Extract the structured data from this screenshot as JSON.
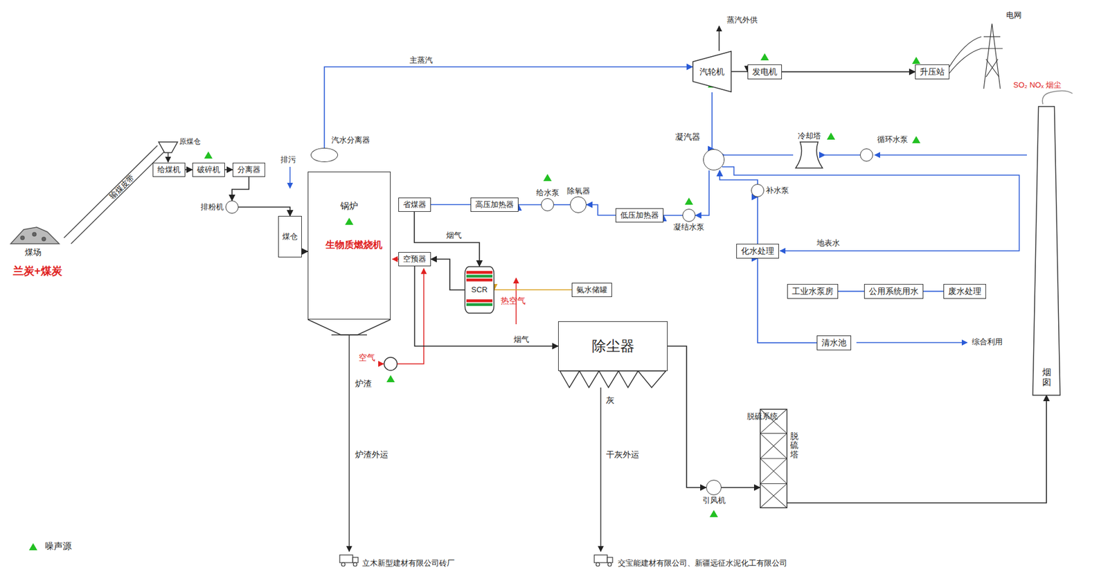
{
  "diagram": {
    "nodes": [
      {
        "text": [
          "给煤机"
        ]
      },
      {
        "text": [
          "破碎机"
        ]
      },
      {
        "text": [
          "分离器"
        ]
      },
      {
        "text": [
          "排粉机"
        ]
      },
      {
        "text": [
          "煤仓"
        ]
      },
      {
        "text": [
          "锅炉"
        ]
      },
      {
        "text": [
          "汽水分离器"
        ]
      },
      {
        "text": [
          "汽轮机"
        ]
      },
      {
        "text": [
          "发电机"
        ]
      },
      {
        "text": [
          "升压站"
        ]
      },
      {
        "text": [
          "凝汽器"
        ]
      },
      {
        "text": [
          "冷却塔"
        ]
      },
      {
        "text": [
          "循环水泵"
        ]
      },
      {
        "text": [
          "补水泵"
        ]
      },
      {
        "text": [
          "化水处理"
        ]
      },
      {
        "text": [
          "高压加热器"
        ]
      },
      {
        "text": [
          "给水泵"
        ]
      },
      {
        "text": [
          "除氧器"
        ]
      },
      {
        "text": [
          "低压加热器"
        ]
      },
      {
        "text": [
          "凝结水泵"
        ]
      },
      {
        "text": [
          "省煤器"
        ]
      },
      {
        "text": [
          "空预器"
        ]
      },
      {
        "text": [
          "SCR"
        ]
      },
      {
        "text": [
          "氨水储罐"
        ]
      },
      {
        "text": [
          "除尘器"
        ]
      },
      {
        "text": [
          "引风机"
        ]
      },
      {
        "text": [
          "脱硫塔"
        ]
      },
      {
        "text": [
          "烟囱"
        ]
      },
      {
        "text": [
          "工业水泵房"
        ]
      },
      {
        "text": [
          "公用系统用水"
        ]
      },
      {
        "text": [
          "废水处理"
        ]
      },
      {
        "text": [
          "清水池"
        ]
      }
    ],
    "edges": [
      {
        "from": 0,
        "to": 1,
        "arrow": "to"
      },
      {
        "from": 1,
        "to": 2,
        "arrow": "to"
      },
      {
        "from": 2,
        "to": 3,
        "arrow": "to"
      },
      {
        "from": 3,
        "to": 4,
        "arrow": "to"
      },
      {
        "from": 4,
        "to": 5,
        "arrow": "to"
      },
      {
        "from": 6,
        "to": 7,
        "label": "主蒸汽",
        "arrow": "to"
      },
      {
        "from": 7,
        "to": 8,
        "arrow": "to"
      },
      {
        "from": 8,
        "to": 9,
        "arrow": "to"
      },
      {
        "from": 7,
        "to": 10,
        "arrow": "to"
      },
      {
        "from": 10,
        "to": 19,
        "arrow": "to"
      },
      {
        "from": 19,
        "to": 18,
        "arrow": "to"
      },
      {
        "from": 18,
        "to": 17,
        "arrow": "to"
      },
      {
        "from": 17,
        "to": 16,
        "arrow": "to"
      },
      {
        "from": 16,
        "to": 15,
        "arrow": "to"
      },
      {
        "from": 15,
        "to": 20,
        "arrow": "to"
      },
      {
        "from": 12,
        "to": 11,
        "arrow": "to"
      },
      {
        "from": 11,
        "to": 10,
        "arrow": "to"
      },
      {
        "from": 13,
        "to": 10,
        "arrow": "to"
      },
      {
        "from": 14,
        "to": 13,
        "arrow": "to"
      },
      {
        "from": 31,
        "to": 14,
        "arrow": "to"
      },
      {
        "from": 30,
        "to": 29,
        "arrow": "to"
      },
      {
        "from": 29,
        "to": 28,
        "arrow": "to"
      },
      {
        "from": 20,
        "to": 22,
        "label": "烟气",
        "arrow": "to"
      },
      {
        "from": 22,
        "to": 21,
        "arrow": "to"
      },
      {
        "from": 23,
        "to": 22,
        "arrow": "to"
      },
      {
        "from": 21,
        "to": 24,
        "label": "烟气",
        "arrow": "to"
      },
      {
        "from": 24,
        "to": 25,
        "arrow": "to"
      },
      {
        "from": 25,
        "to": 26,
        "arrow": "to"
      },
      {
        "from": 26,
        "to": 27,
        "arrow": "to"
      }
    ],
    "labels": [
      "煤场",
      "兰炭+煤炭",
      "输煤皮带",
      "原煤仓",
      "排污",
      "生物质燃烧机",
      "蒸汽外供",
      "电网",
      "热空气",
      "空气",
      "地表水",
      "综合利用",
      "炉渣",
      "炉渣外运",
      "立木新型建材有限公司砖厂",
      "灰",
      "干灰外运",
      "交宝能建材有限公司、新疆远征水泥化工有限公司",
      "脱硫系统",
      "SO₂ NOₓ 烟尘"
    ],
    "legend": [
      {
        "text": "噪声源"
      }
    ]
  }
}
